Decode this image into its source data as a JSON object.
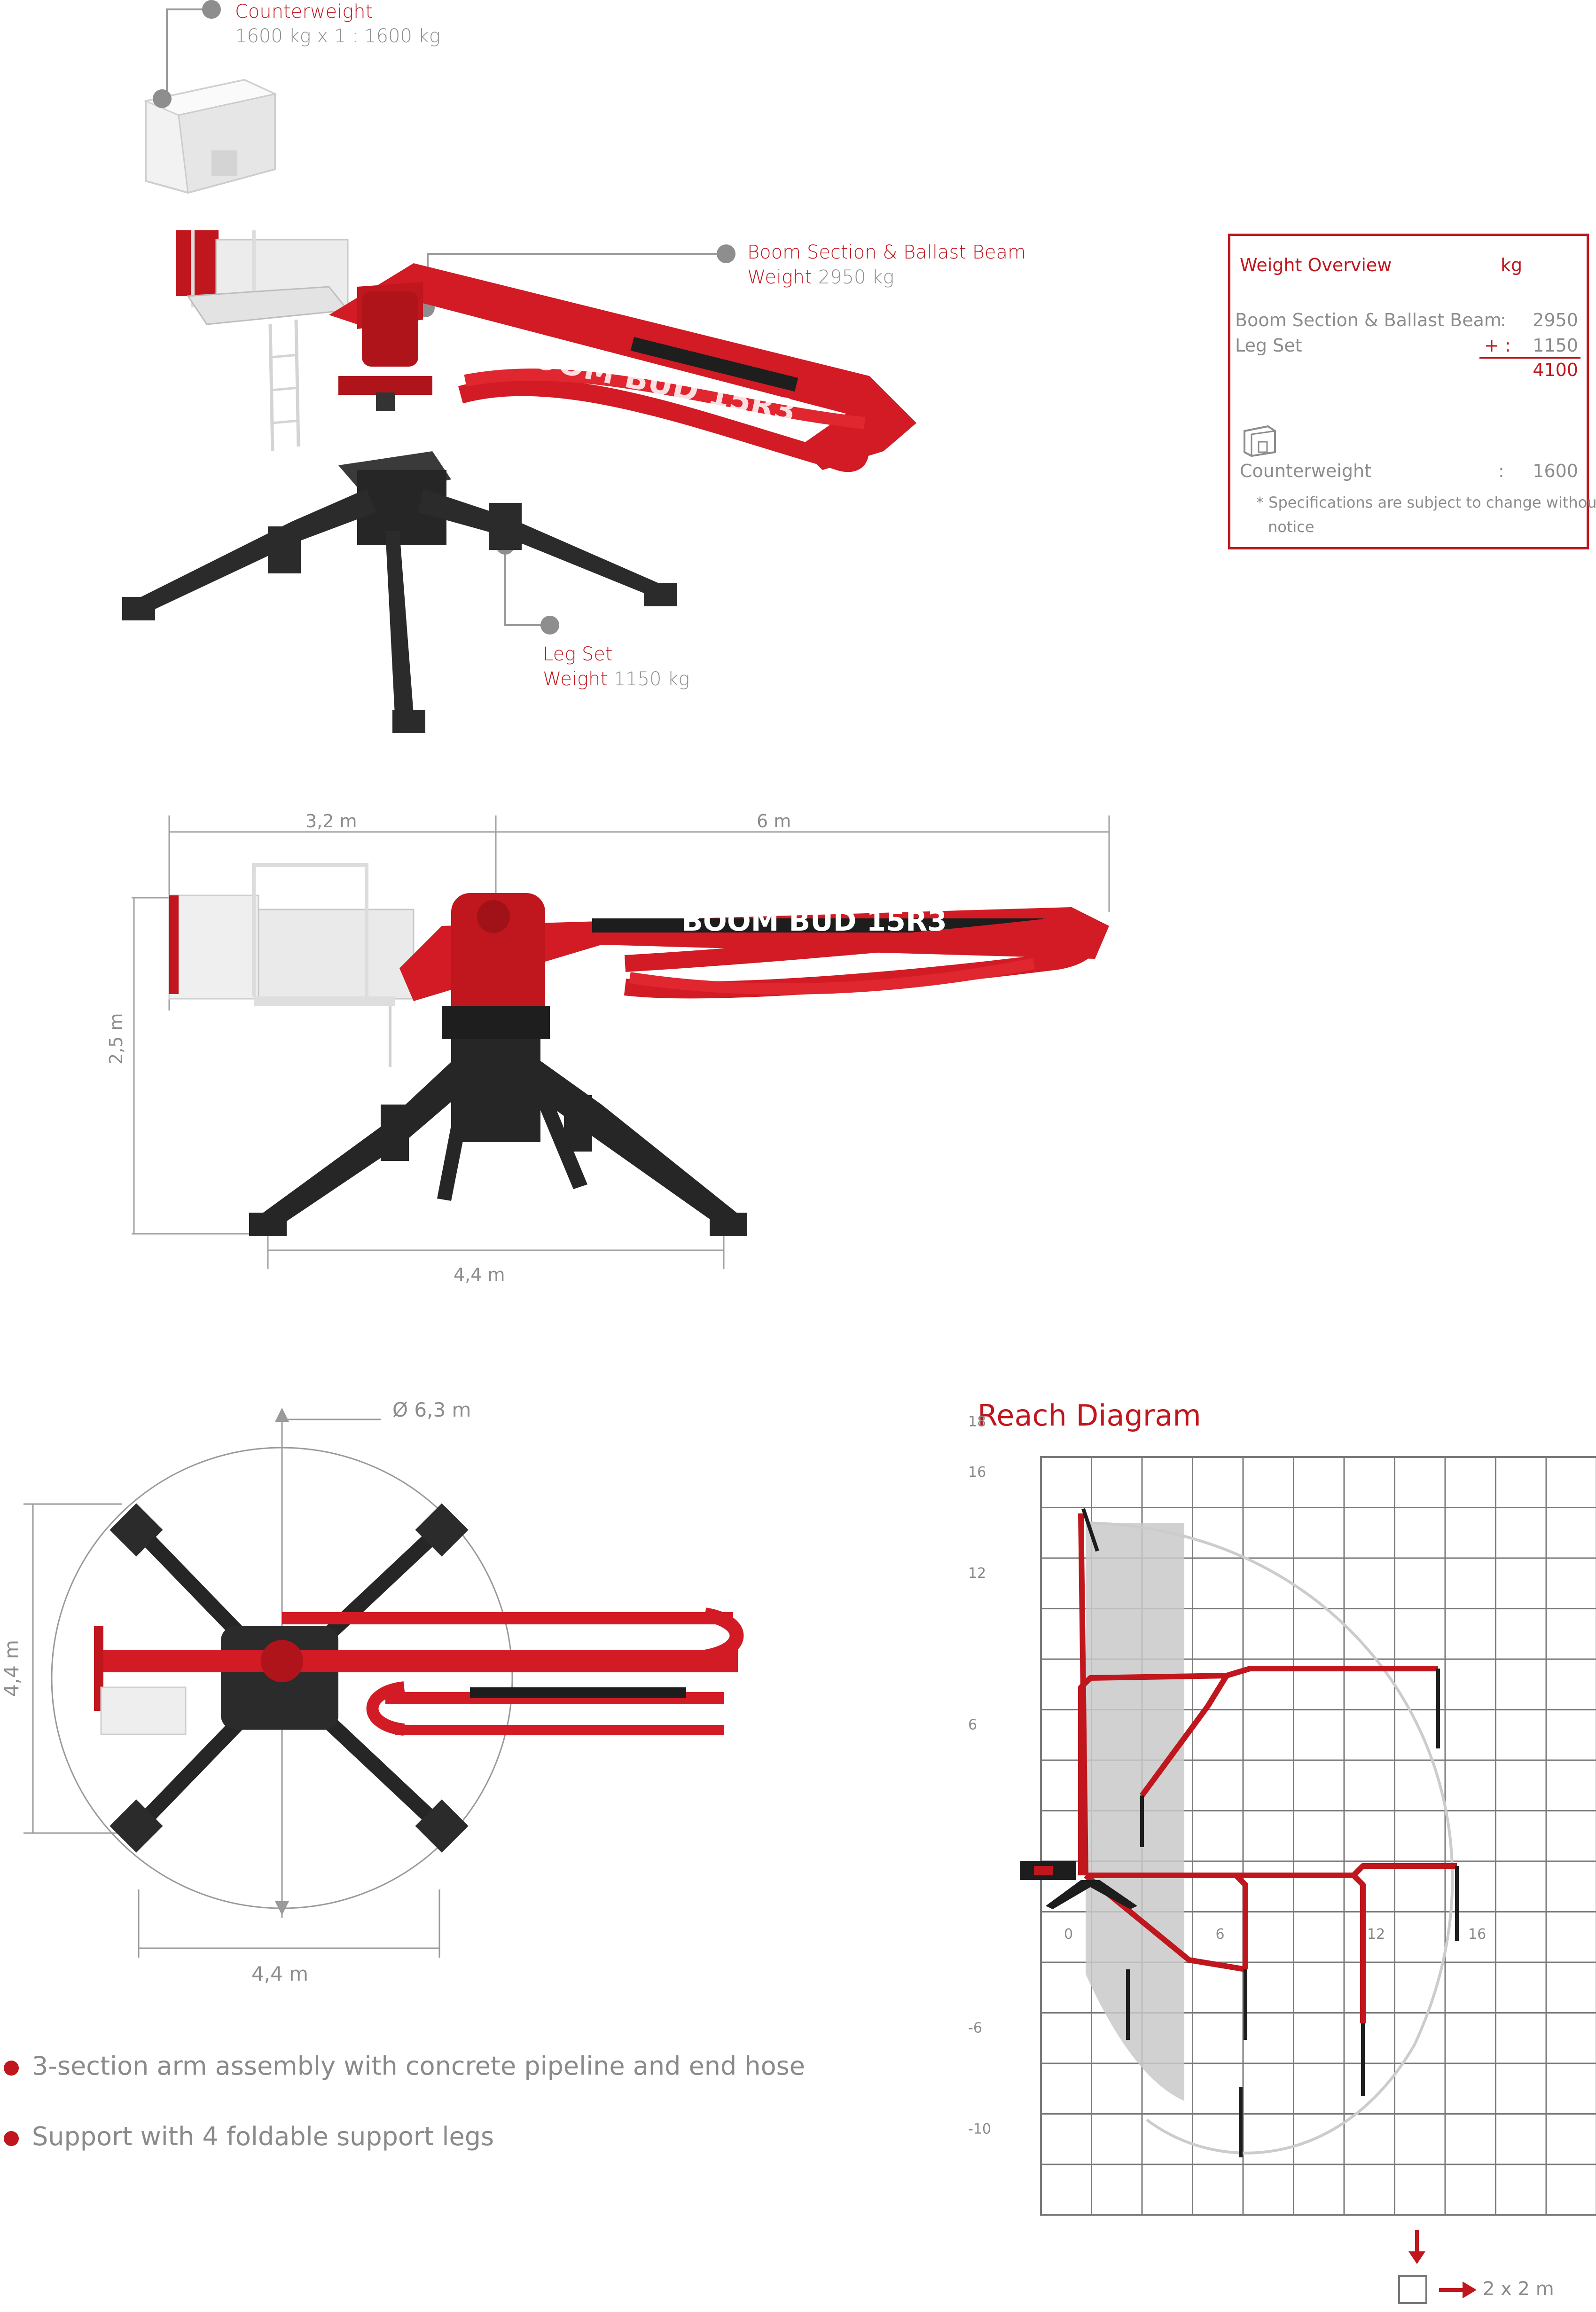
{
  "labels": {
    "counterweight": {
      "title": "Counterweight",
      "value": "1600 kg x 1 :  1600 kg"
    },
    "boom": {
      "title": "Boom Section & Ballast Beam",
      "weight_label": "Weight",
      "weight_value": "2950 kg"
    },
    "legset": {
      "title": "Leg Set",
      "weight_label": "Weight",
      "weight_value": "1150 kg"
    }
  },
  "boom_text": "BOOM BUD 15R3",
  "weight_overview": {
    "title": "Weight Overview",
    "unit": "kg",
    "rows": [
      {
        "name": "Boom Section & Ballast Beam",
        "sep": ":",
        "value": "2950"
      },
      {
        "name": "Leg Set",
        "sep": "+ :",
        "value": "1150"
      }
    ],
    "total": "4100",
    "counterweight": {
      "name": "Counterweight",
      "sep": ":",
      "value": "1600"
    },
    "note_line1": "* Specifications are subject to change without",
    "note_line2": "notice"
  },
  "side_dims": {
    "left_width": "3,2 m",
    "right_width": "6 m",
    "height": "2,5 m",
    "base": "4,4 m"
  },
  "top_dims": {
    "diameter": "Ø 6,3 m",
    "height": "4,4 m",
    "width": "4,4 m"
  },
  "features": [
    "3-section arm assembly with concrete pipeline and end hose",
    "Support with 4 foldable support legs"
  ],
  "reach": {
    "title": "Reach Diagram",
    "y_ticks": [
      "18",
      "16",
      "12",
      "6",
      "-6",
      "-10"
    ],
    "x_ticks": [
      "0",
      "6",
      "12",
      "16"
    ],
    "grid_label": "2 x 2 m"
  },
  "colors": {
    "accent": "#c0161d",
    "steel": "#2b2b2b",
    "grid": "#7a7a7a"
  }
}
